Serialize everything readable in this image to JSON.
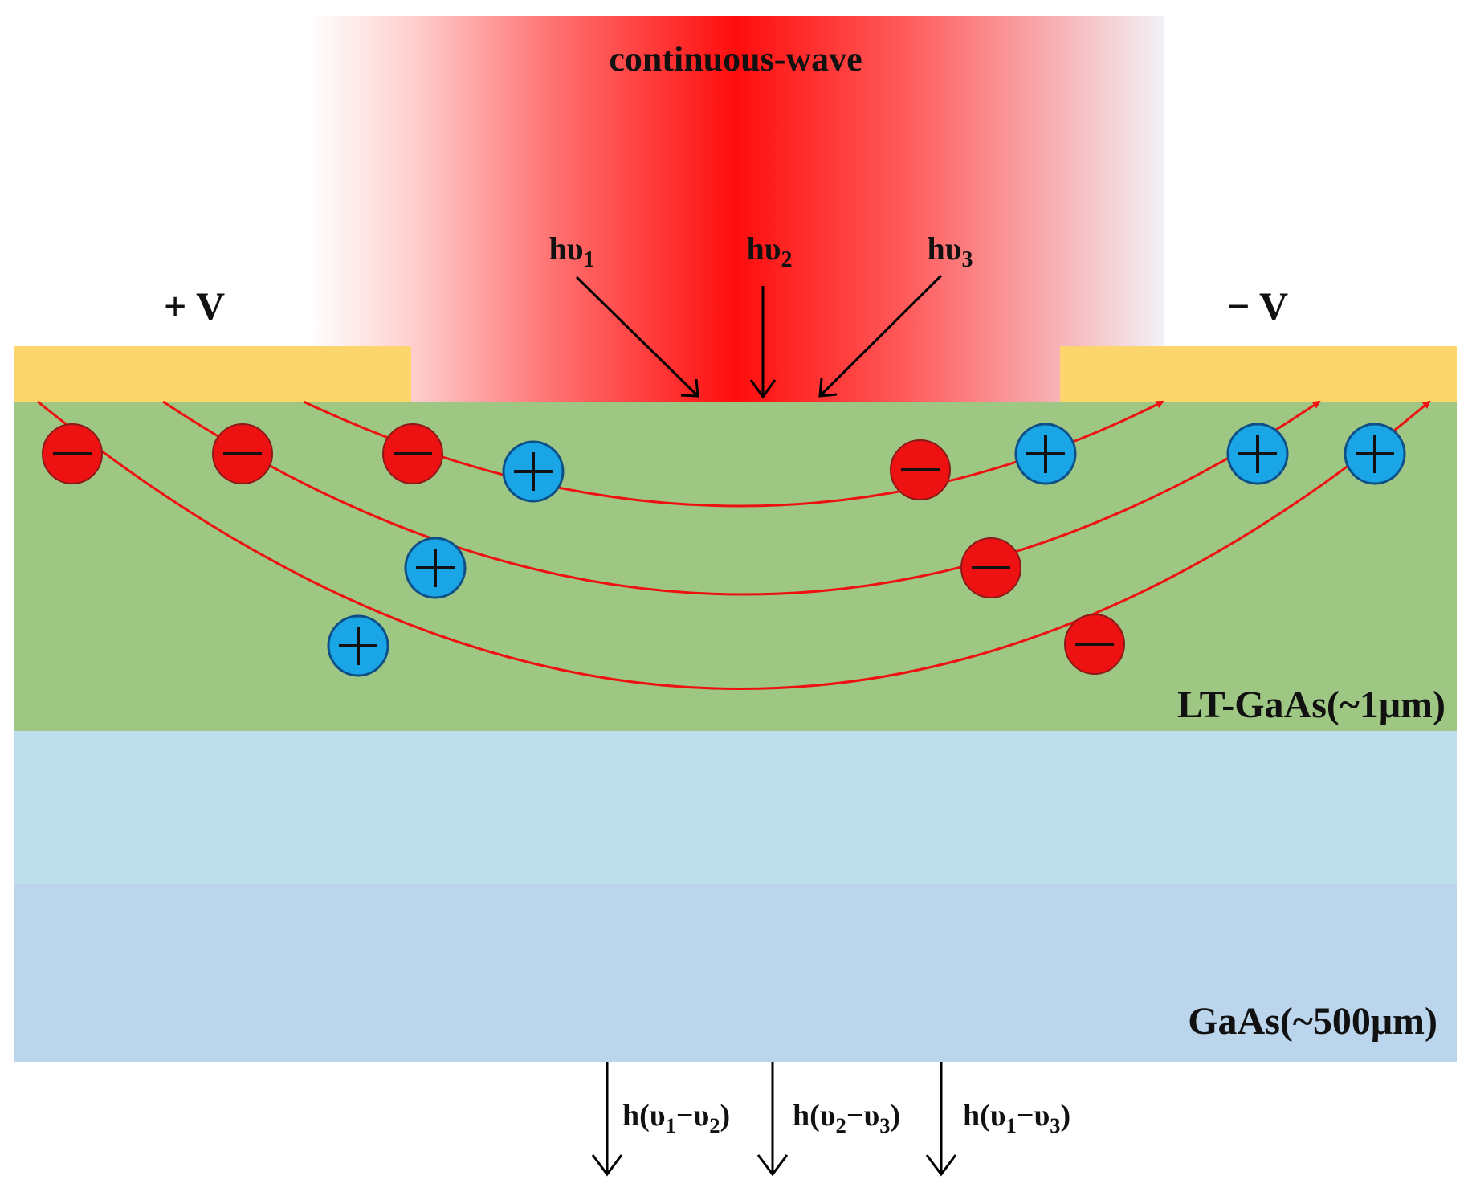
{
  "beam": {
    "label": "continuous-wave",
    "color": "#ff0d0d",
    "photons": [
      {
        "base": "hυ",
        "sub": "1"
      },
      {
        "base": "hυ",
        "sub": "2"
      },
      {
        "base": "hυ",
        "sub": "3"
      }
    ]
  },
  "electrodes": {
    "left_label": "+ V",
    "right_label": "− V",
    "color": "#fcd56c"
  },
  "layers": {
    "lt_gaas": {
      "label": "LT-GaAs(~1μm)",
      "color": "#9ec783"
    },
    "middle_band": {
      "color": "#bcdfeb"
    },
    "gaas": {
      "label": "GaAs(~500μm)",
      "color": "#bbd5ed"
    }
  },
  "carriers": {
    "electron_color": "#ee1111",
    "hole_color": "#1aa6e6",
    "electron_symbol": "−",
    "hole_symbol": "+"
  },
  "outputs": [
    {
      "prefix": "h(υ",
      "a": "1",
      "mid": "−υ",
      "b": "2",
      "suffix": ")"
    },
    {
      "prefix": "h(υ",
      "a": "2",
      "mid": "−υ",
      "b": "3",
      "suffix": ")"
    },
    {
      "prefix": "h(υ",
      "a": "1",
      "mid": "−υ",
      "b": "3",
      "suffix": ")"
    }
  ]
}
